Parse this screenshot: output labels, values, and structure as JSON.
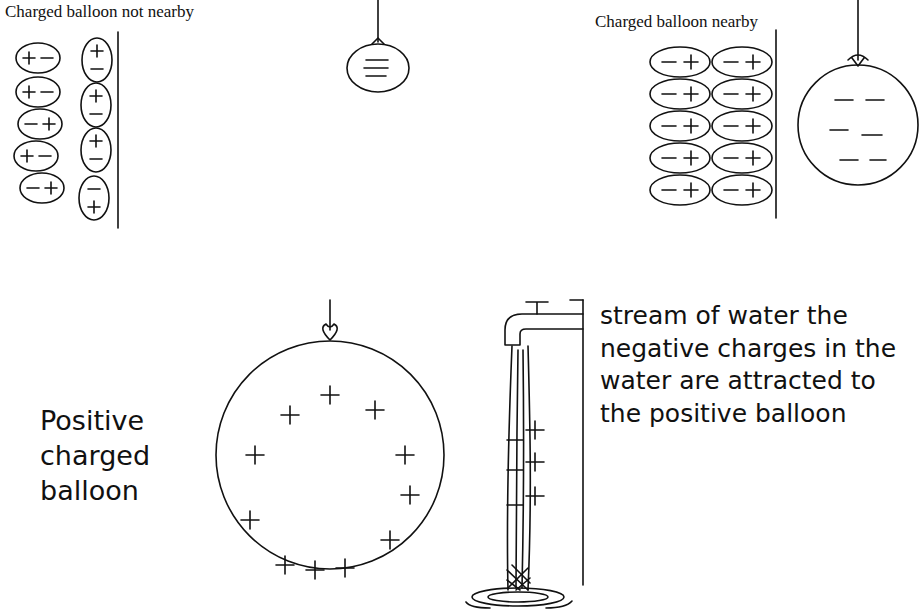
{
  "diagram": {
    "labels": [
      "Charged balloon not nearby",
      "Charged balloon nearby",
      "Positive charged balloon",
      "stream of water the negative charges in the water are attracted to the positive balloon"
    ]
  }
}
